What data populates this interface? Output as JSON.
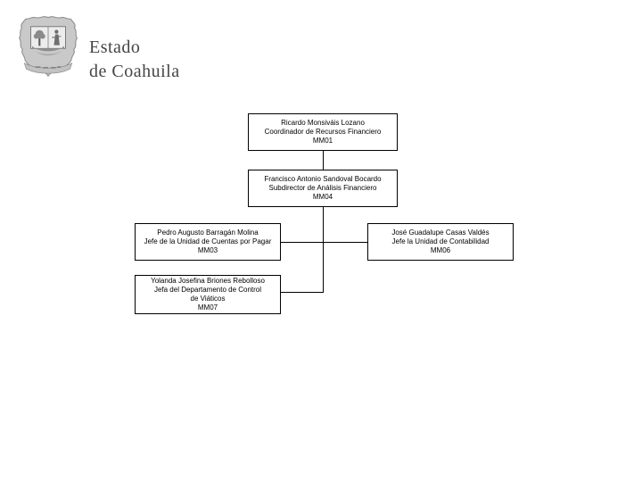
{
  "page": {
    "background": "#ffffff"
  },
  "header": {
    "logo": "coahuila-coat-of-arms",
    "title_line1": "Estado",
    "title_line2": "de Coahuila",
    "title_color": "#454545"
  },
  "org_chart": {
    "type": "org-tree",
    "line_color": "#000000",
    "box_fill": "#ffffff",
    "box_border_color": "#000000",
    "nodes": [
      {
        "name": "Ricardo Monsiváis Lozano",
        "title": "Coordinador de Recursos Financiero",
        "code": "MM01"
      },
      {
        "name": "Francisco Antonio Sandoval Bocardo",
        "title": "Subdirector de Análisis Financiero",
        "code": "MM04"
      },
      {
        "name": "Pedro Augusto Barragán Molina",
        "title": "Jefe de la Unidad de Cuentas por Pagar",
        "code": "MM03"
      },
      {
        "name": "José Guadalupe Casas Valdés",
        "title": "Jefe la Unidad de Contabilidad",
        "code": "MM06"
      },
      {
        "name": "Yolanda Josefina Briones Rebolloso",
        "title": "Jefa del Departamento de Control",
        "title2": "de Viáticos",
        "code": "MM07"
      }
    ],
    "edges": [
      {
        "from": "MM01",
        "to": "MM04"
      },
      {
        "from": "MM04",
        "to": "MM03"
      },
      {
        "from": "MM04",
        "to": "MM06"
      },
      {
        "from": "MM04",
        "to": "MM07"
      }
    ]
  }
}
